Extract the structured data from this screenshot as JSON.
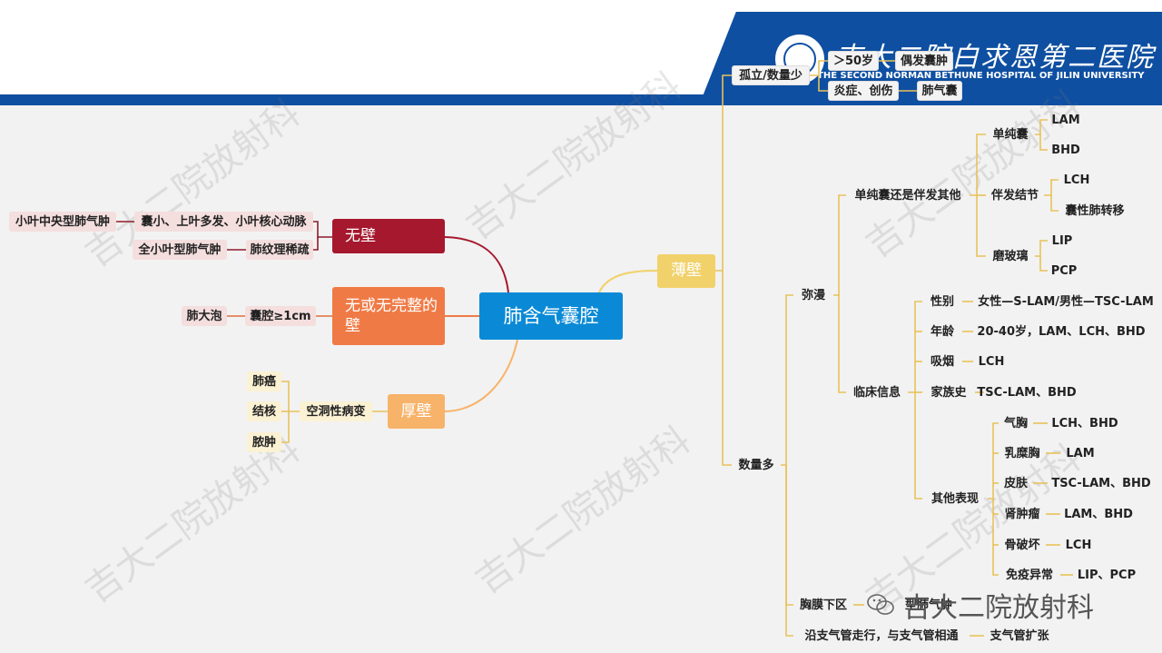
{
  "header": {
    "hospital_name": "吉大二院白求恩第二医院",
    "hospital_name_en": "THE SECOND NORMAN BETHUNE HOSPITAL OF JILIN UNIVERSITY"
  },
  "watermark": {
    "text": "吉大二院放射科"
  },
  "wechat": {
    "account": "吉大二院放射科",
    "icon": "wechat-icon"
  },
  "colors": {
    "root": "#0a8ad6",
    "no_wall": "#a5182d",
    "incomplete_wall": "#f07a45",
    "thick_wall": "#f7b36a",
    "thin_wall": "#f1d16a",
    "band": "#0e4fa1"
  },
  "diagram": {
    "root": "肺含气囊腔",
    "no_wall": {
      "label": "无壁",
      "a": {
        "label": "囊小、上叶多发、小叶核心动脉",
        "leaf": "小叶中央型肺气肿"
      },
      "b": {
        "label": "肺纹理稀疏",
        "leaf": "全小叶型肺气肿"
      }
    },
    "incomplete_wall": {
      "label": "无或无完整的壁",
      "a": {
        "label": "囊腔≥1cm",
        "leaf": "肺大泡"
      }
    },
    "thick_wall": {
      "label": "厚壁",
      "mid": "空洞性病变",
      "leaves": [
        "肺癌",
        "结核",
        "脓肿"
      ]
    },
    "thin_wall": {
      "label": "薄壁",
      "solitary": {
        "label": "孤立/数量少",
        "r1": {
          "label": "＞50岁",
          "leaf": "偶发囊肿"
        },
        "r2": {
          "label": "炎症、创伤",
          "leaf": "肺气囊"
        }
      },
      "many": {
        "label": "数量多",
        "diffuse": {
          "label": "弥漫",
          "simple_or": {
            "label": "单纯囊还是伴发其他",
            "simple": {
              "label": "单纯囊",
              "a": "LAM",
              "b": "BHD"
            },
            "nodule": {
              "label": "伴发结节",
              "a": "LCH",
              "b": "囊性肺转移"
            },
            "ggo": {
              "label": "磨玻璃",
              "a": "LIP",
              "b": "PCP"
            }
          },
          "clinical": {
            "label": "临床信息",
            "sex": {
              "label": "性别",
              "value": "女性—S-LAM/男性—TSC-LAM"
            },
            "age": {
              "label": "年龄",
              "value": "20-40岁，LAM、LCH、BHD"
            },
            "smoke": {
              "label": "吸烟",
              "value": "LCH"
            },
            "family": {
              "label": "家族史",
              "value": "TSC-LAM、BHD"
            },
            "other": {
              "label": "其他表现",
              "pneumo": {
                "label": "气胸",
                "value": "LCH、BHD"
              },
              "chylo": {
                "label": "乳糜胸",
                "value": "LAM"
              },
              "skin": {
                "label": "皮肤",
                "value": "TSC-LAM、BHD"
              },
              "kidney": {
                "label": "肾肿瘤",
                "value": "LAM、BHD"
              },
              "bone": {
                "label": "骨破坏",
                "value": "LCH"
              },
              "immune": {
                "label": "免疫异常",
                "value": "LIP、PCP"
              }
            }
          }
        },
        "subpleural": {
          "label": "胸膜下区",
          "value": "型肺气肿"
        },
        "bronchial": {
          "label": "沿支气管走行，与支气管相通",
          "value": "支气管扩张"
        }
      }
    }
  }
}
